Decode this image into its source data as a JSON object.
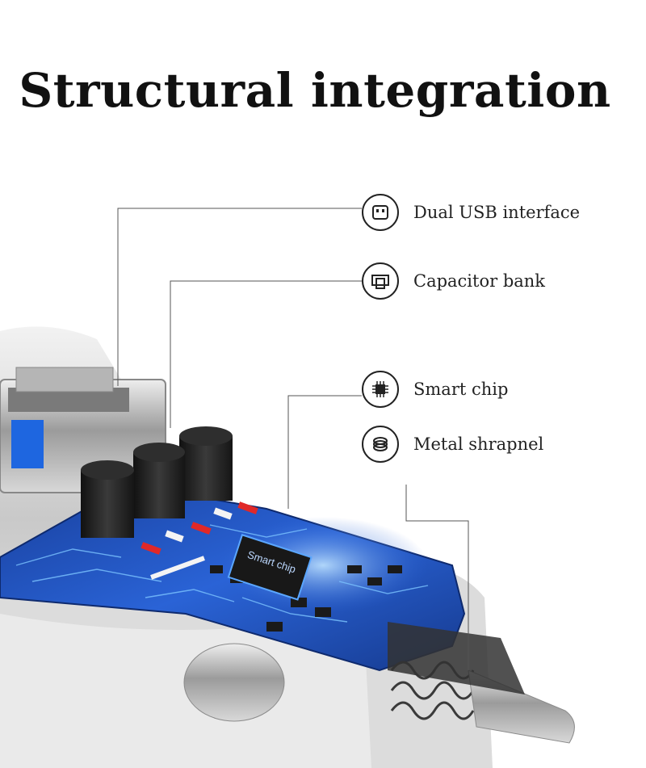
{
  "title": "Structural integration",
  "chip_marking": "Smart chip",
  "callouts": [
    {
      "label": "Dual USB interface",
      "icon": "usb-icon"
    },
    {
      "label": "Capacitor bank",
      "icon": "capacitor-icon"
    },
    {
      "label": "Smart chip",
      "icon": "chip-icon"
    },
    {
      "label": "Metal shrapnel",
      "icon": "spring-icon"
    }
  ],
  "colors": {
    "board": "#1f4fb8",
    "board_glow": "#6fb8ff",
    "housing": "#d6d6d6",
    "connector": "#9a9a9a",
    "capacitor": "#2b2b2b",
    "text": "#111111"
  }
}
